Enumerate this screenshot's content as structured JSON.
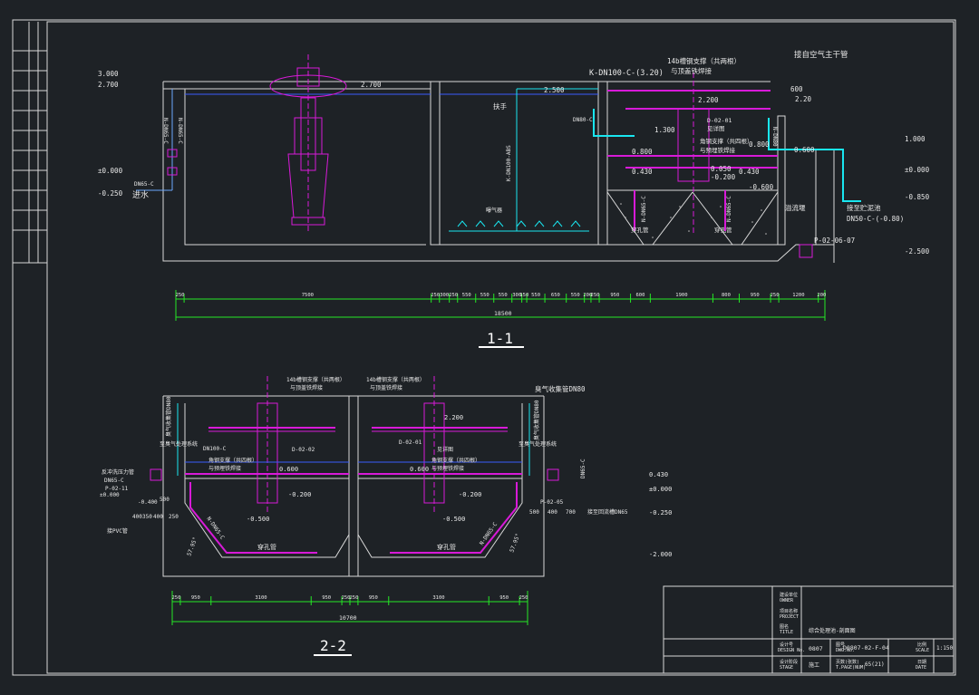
{
  "section_1": {
    "title": "1-1",
    "levels_left": [
      "3.000",
      "2.700",
      "±0.000",
      "-0.250"
    ],
    "inlet_label": "进水",
    "inlet_pipe": "DN65-C",
    "surface_level": "2.700",
    "label_k_pipe": "K-DN100-C-(3.20)",
    "label_support_top": "14b槽钢支撑（共两根）",
    "label_support_weld": "与顶盖铁焊接",
    "label_main_air": "接自空气主干管",
    "level_2500": "2.500",
    "label_fushou": "扶手",
    "level_2200": "2.200",
    "level_600": "600",
    "level_220": "2.20",
    "label_dn_pipe": "DN80-C",
    "level_1300": "1.300",
    "label_d0201": "D-02-01",
    "label_d0201b": "见详图",
    "level_0800a": "0.800",
    "level_0800b": "0.800",
    "level_0600": "0.600",
    "label_angle_support": "角钢支撑（共四根）",
    "label_angle_weld": "与预埋铁焊接",
    "level_0430a": "0.430",
    "level_0430b": "0.430",
    "level_0050": "0.050",
    "level_m0200": "-0.200",
    "level_m0600": "-0.600",
    "label_aeration": "曝气器",
    "label_k_vertical": "K-DN100-ABS",
    "label_n_pipe_a": "N-DN65-C",
    "label_n_pipe_b": "N-DN65-C",
    "label_n_pipe_c": "N-DN80",
    "label_n_left1": "N-DN65-C",
    "label_n_left2": "N-DN65-C",
    "label_zxj_1": "穿孔管",
    "label_zxj_2": "穿孔管",
    "label_overflow": "溢流堰",
    "label_outlet": "接至贮泥池",
    "label_outlet_pipe": "DN50-C-(-0.80)",
    "label_pump": "P-02-06-07",
    "levels_right": [
      "1.000",
      "±0.000",
      "-0.850",
      "-2.500"
    ],
    "dims": [
      "250",
      "7500",
      "250",
      "300",
      "250",
      "550",
      "550",
      "550",
      "300",
      "150",
      "550",
      "650",
      "550",
      "200",
      "250",
      "950",
      "600",
      "1900",
      "800",
      "950",
      "250",
      "1200",
      "200"
    ],
    "total": "18500"
  },
  "section_2": {
    "title": "2-2",
    "label_support_a": "14b槽钢支撑（共两根）",
    "label_support_a2": "与顶盖铁焊接",
    "label_support_b": "14b槽钢支撑（共两根）",
    "label_support_b2": "与顶盖铁焊接",
    "label_air_pipe": "臭气收集管DN80",
    "level_2200": "2.200",
    "label_dn100": "DN100-C",
    "label_d0202": "D-02-02",
    "label_d0201": "D-02-01",
    "label_d0201b": "见详图",
    "label_angle_a": "角钢支撑（共四根）",
    "label_angle_a2": "与预埋铁焊接",
    "label_angle_b": "角钢支撑（共四根）",
    "label_angle_b2": "与预埋铁焊接",
    "level_0600a": "0.600",
    "level_0600b": "0.600",
    "level_m0200a": "-0.200",
    "level_m0200b": "-0.200",
    "level_m0500a": "-0.500",
    "level_m0500b": "-0.500",
    "label_left_inlet": "反冲洗压力管",
    "label_left_inlet2": "DN65-C",
    "label_left_p": "P-02-11",
    "level_left_0000": "±0.000",
    "level_left_m0400": "-0.400",
    "label_left_num": "500",
    "label_left_dims": [
      "400",
      "350",
      "400",
      "250"
    ],
    "label_left_pvc": "接PVC管",
    "label_right_p": "P-02-05",
    "label_right_dims": [
      "500",
      "400",
      "700"
    ],
    "label_right_note": "接至回流槽DN65",
    "label_air_left": "至臭气处理系统",
    "label_air_right": "至臭气处理系统",
    "label_n_left": "N-DN65-C",
    "label_n_right": "N-DN65-C",
    "label_right_pipe": "DN65-C",
    "label_v_left": "臭气收集管DN80",
    "label_v_right": "臭气收集管DN80",
    "label_zxj_a": "穿孔管",
    "label_zxj_b": "穿孔管",
    "angle_a": "57.95°",
    "angle_b": "57.95°",
    "levels_right": [
      "0.430",
      "±0.000",
      "-0.250",
      "-2.000"
    ],
    "dims": [
      "250",
      "950",
      "3100",
      "950",
      "250",
      "250",
      "950",
      "3100",
      "950",
      "250"
    ],
    "total": "10700"
  },
  "title_block": {
    "row1_label": "建设单位",
    "row1_sub": "OWNER",
    "row2_label": "项目名称",
    "row2_sub": "PROJECT",
    "row3_label": "图名",
    "row3_sub": "TITLE",
    "drawing_title": "综合处理池-剖面图",
    "row4_label": "设计号",
    "row4_sub": "DESIGN No.",
    "design_no": "0807",
    "drawing_no_label": "图号",
    "drawing_no_sub": "DWG.No.",
    "drawing_no": "D0807-02-F-04",
    "scale_label": "比例",
    "scale_sub": "SCALE",
    "scale": "1:150",
    "row5_label": "设计阶段",
    "row5_sub": "STAGE",
    "stage": "施工",
    "page_label": "页数(张数)",
    "page_sub": "T.PAGE(NUM)",
    "page": "65(21)",
    "date_label": "日期",
    "date_sub": "DATE"
  },
  "colors": {
    "background": "#1e2226",
    "frame": "#d8d8d8",
    "dimension": "#25e825",
    "equipment": "#d81ad8",
    "pipe": "#19e6f0",
    "water": "#3a5cff"
  }
}
